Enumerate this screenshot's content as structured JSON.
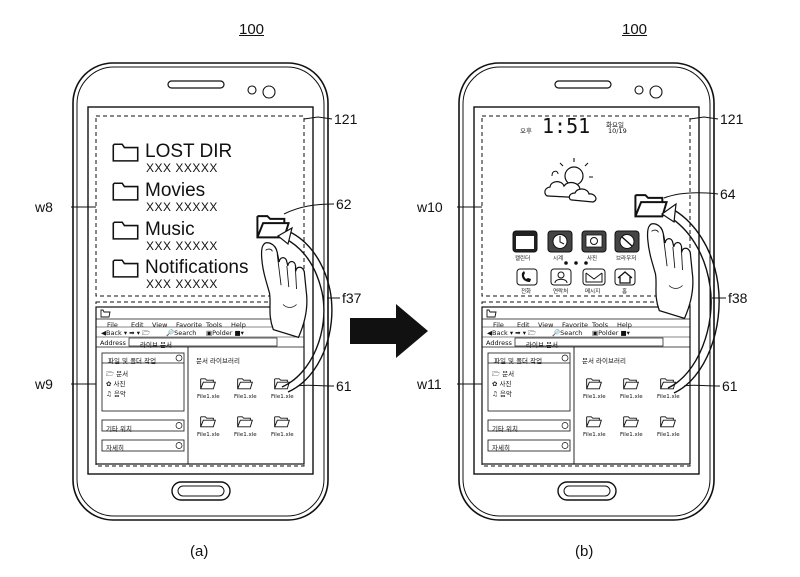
{
  "figure": {
    "ref_number": "100",
    "captions": [
      "(a)",
      "(b)"
    ]
  },
  "left": {
    "labels": {
      "screen_top": "w8",
      "screen_bottom": "w9",
      "display": "121",
      "dragged_icon": "62",
      "gesture": "f37",
      "source_icon": "61"
    },
    "folders": [
      {
        "name": "LOST DIR",
        "sub": "XXX XXXXX"
      },
      {
        "name": "Movies",
        "sub": "XXX XXXXX"
      },
      {
        "name": "Music",
        "sub": "XXX XXXXX"
      },
      {
        "name": "Notifications",
        "sub": "XXX XXXXX"
      }
    ]
  },
  "right": {
    "labels": {
      "screen_top": "w10",
      "screen_bottom": "w11",
      "display": "121",
      "dragged_icon": "64",
      "gesture": "f38",
      "source_icon": "61"
    },
    "clock": {
      "ampm": "오후",
      "time": "1:51",
      "day": "화요일",
      "date": "10/19"
    },
    "apps_row1": [
      "캘린더",
      "시계",
      "사진",
      "브라우저"
    ],
    "apps_row2": [
      "전화",
      "연락처",
      "메시지",
      "홈"
    ]
  },
  "explorer": {
    "menu": [
      "File",
      "Edit",
      "View",
      "Favorite",
      "Tools",
      "Help"
    ],
    "toolbar": {
      "back": "Back",
      "search": "Search",
      "folder": "Polder"
    },
    "address_label": "Address",
    "address_value": "라이브 문서",
    "panel_title": "파일 및 폴더 작업",
    "panel_items": [
      "문서",
      "사진",
      "음악"
    ],
    "other_places": "기타 위치",
    "details": "자세히",
    "library_title": "문서 라이브러리",
    "files": [
      "File1.xle",
      "File1.xle",
      "File1.xle",
      "File1.xle",
      "File1.xle",
      "File1.xle"
    ]
  }
}
